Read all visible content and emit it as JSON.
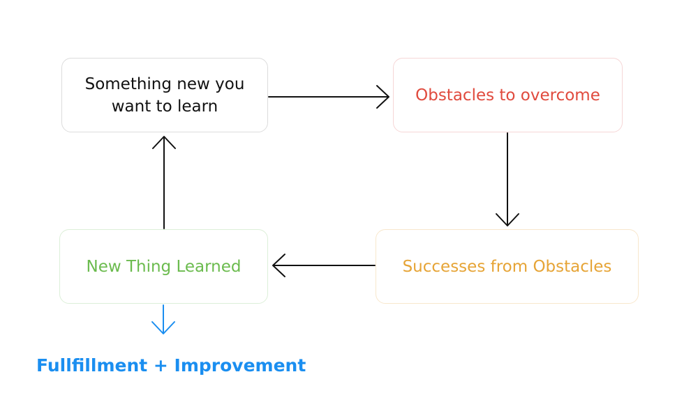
{
  "diagram": {
    "nodes": {
      "learn": {
        "label": "Something new you want to learn"
      },
      "obstacles": {
        "label": "Obstacles to overcome"
      },
      "successes": {
        "label": "Successes from Obstacles"
      },
      "learned": {
        "label": "New Thing Learned"
      }
    },
    "outcome": {
      "label": "Fullfillment + Improvement"
    },
    "colors": {
      "learn_text": "#111111",
      "obstacles_text": "#e04a3d",
      "successes_text": "#e6a436",
      "learned_text": "#6bbb4e",
      "outcome_text": "#1a8ef0",
      "arrow": "#111111",
      "outcome_arrow": "#1a8ef0"
    },
    "edges": [
      {
        "from": "Something new you want to learn",
        "to": "Obstacles to overcome"
      },
      {
        "from": "Obstacles to overcome",
        "to": "Successes from Obstacles"
      },
      {
        "from": "Successes from Obstacles",
        "to": "New Thing Learned"
      },
      {
        "from": "New Thing Learned",
        "to": "Something new you want to learn"
      },
      {
        "from": "New Thing Learned",
        "to": "Fullfillment + Improvement"
      }
    ]
  }
}
